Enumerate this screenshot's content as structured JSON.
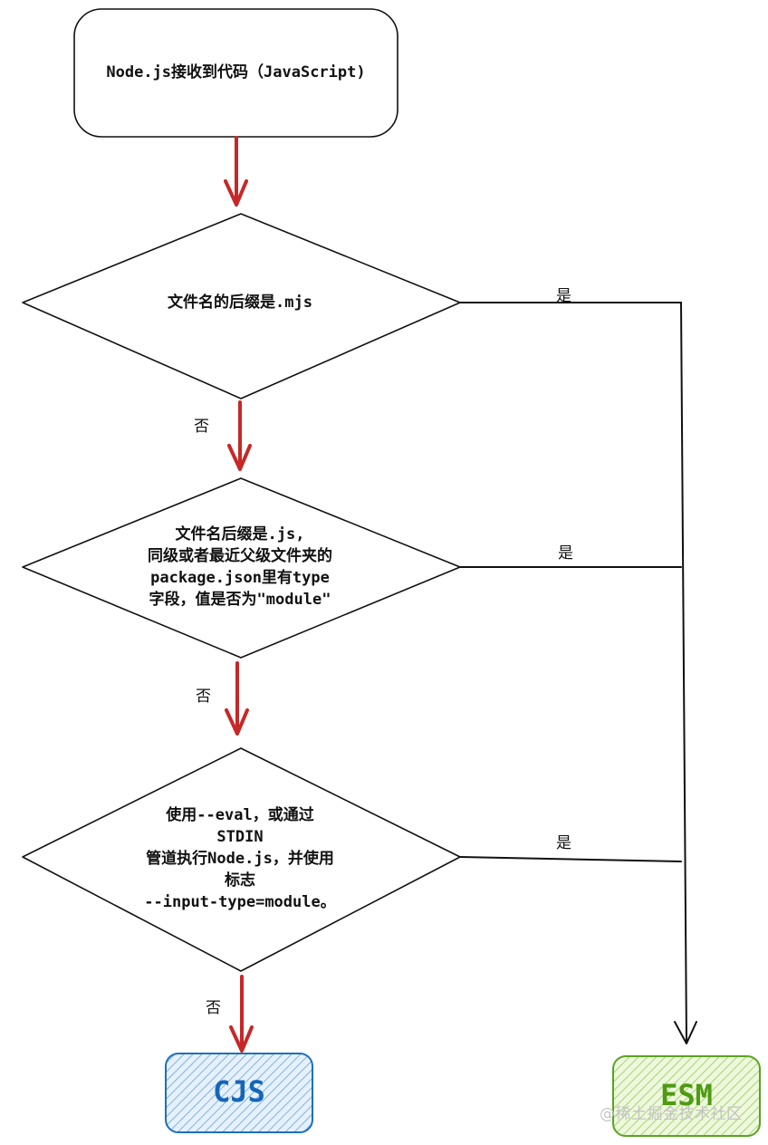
{
  "diagram": {
    "start": {
      "label": "Node.js接收到代码（JavaScript)"
    },
    "decisions": [
      {
        "lines": [
          "文件名的后缀是.mjs"
        ],
        "yes": "是",
        "no": "否"
      },
      {
        "lines": [
          "文件名后缀是.js,",
          "同级或者最近父级文件夹的",
          "package.json里有type",
          "字段，值是否为\"module\""
        ],
        "yes": "是",
        "no": "否"
      },
      {
        "lines": [
          "使用--eval，或通过",
          "STDIN",
          "管道执行Node.js，并使用",
          "标志",
          "--input-type=module。"
        ],
        "yes": "是",
        "no": "否"
      }
    ],
    "outcomes": {
      "cjs": "CJS",
      "esm": "ESM"
    },
    "colors": {
      "arrow": "#c62828",
      "line": "#111111",
      "cjs_fill": "#bcd8f2",
      "cjs_stroke": "#1e6fc0",
      "cjs_text": "#1565b8",
      "esm_fill": "#d6efb0",
      "esm_stroke": "#5aa321",
      "esm_text": "#4e9a12"
    }
  },
  "watermark": "@稀土掘金技术社区"
}
